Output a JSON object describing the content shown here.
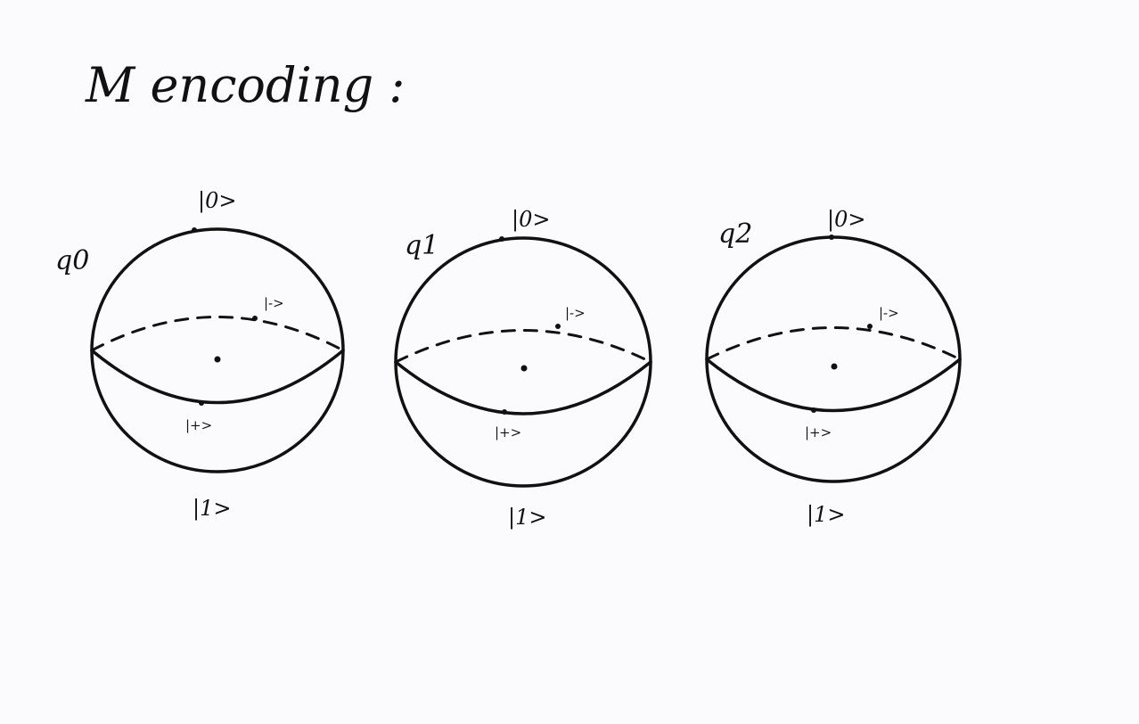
{
  "title": "M encoding :",
  "spheres": [
    {
      "label": "q0",
      "ket_top": "|0>",
      "ket_bottom": "|1>",
      "ket_front": "|+>",
      "ket_back": "|->"
    },
    {
      "label": "q1",
      "ket_top": "|0>",
      "ket_bottom": "|1>",
      "ket_front": "|+>",
      "ket_back": "|->"
    },
    {
      "label": "q2",
      "ket_top": "|0>",
      "ket_bottom": "|1>",
      "ket_front": "|+>",
      "ket_back": "|->"
    }
  ]
}
